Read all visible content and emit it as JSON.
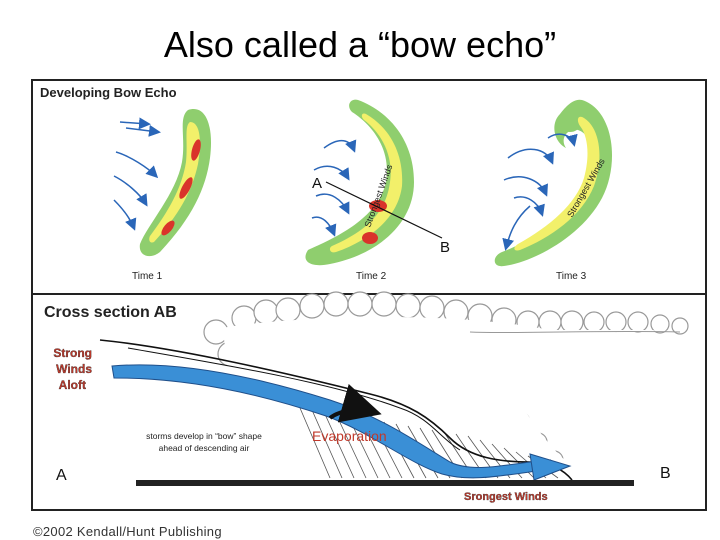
{
  "slide": {
    "title": "Also called a “bow echo”"
  },
  "top_panel": {
    "title": "Developing Bow Echo",
    "stages": [
      {
        "label": "Time 1"
      },
      {
        "label": "Time 2",
        "wind_label": "Strongest Winds"
      },
      {
        "label": "Time 3",
        "wind_label": "Strongest Winds"
      }
    ],
    "point_a": "A",
    "point_b": "B"
  },
  "bottom_panel": {
    "title": "Cross section AB",
    "left_label_lines": [
      "Strong",
      "Winds",
      "Aloft"
    ],
    "note_lines": [
      "storms develop in “bow” shape",
      "ahead of descending air"
    ],
    "evaporation_label": "Evaporation",
    "surface_label": "Srongest Winds",
    "point_a": "A",
    "point_b": "B"
  },
  "credit": "©2002 Kendall/Hunt Publishing",
  "colors": {
    "outer_band": "#8fce6e",
    "middle_band": "#f2f06a",
    "core": "#d9342b",
    "wind_arrow": "#2a66b8",
    "flow_blue": "#3a8fd6",
    "panel_border": "#222222",
    "red_text": "#c0392b"
  }
}
